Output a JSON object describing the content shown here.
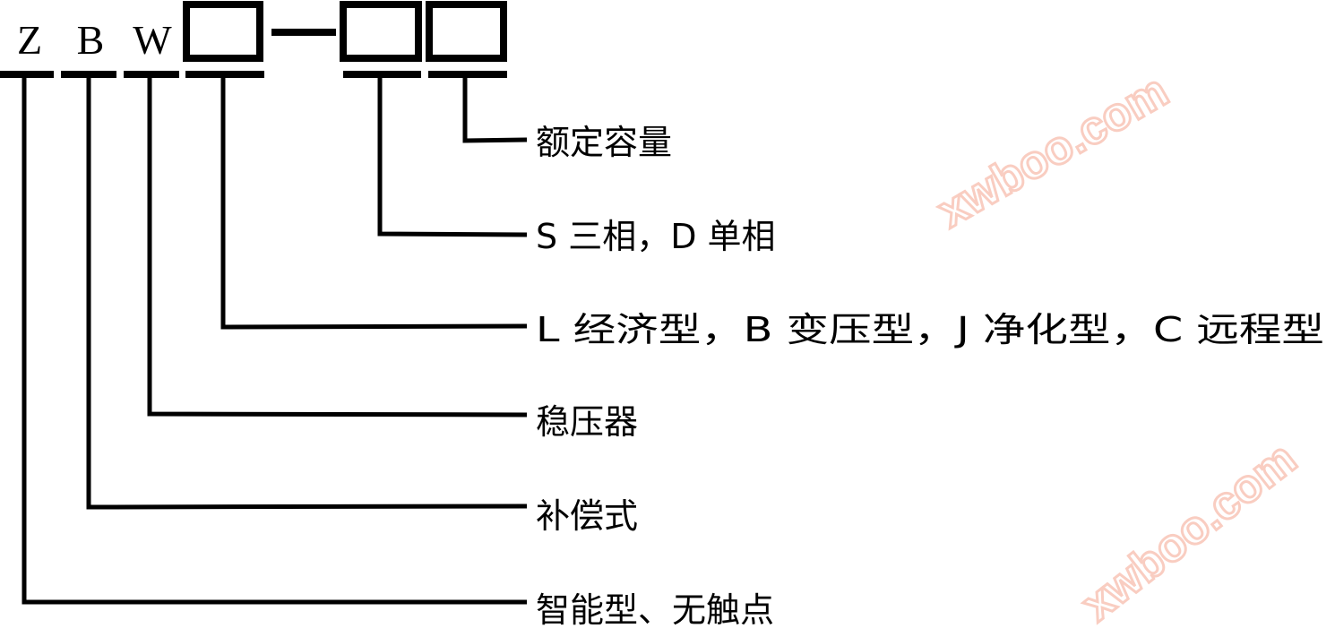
{
  "model_code": {
    "letters": [
      "Z",
      "B",
      "W"
    ],
    "dash": "—"
  },
  "labels": {
    "capacity": "额定容量",
    "phase": "S 三相，D 单相",
    "type": "L 经济型，B 变压型，J 净化型，C 远程型",
    "regulator": "稳压器",
    "compensation": "补偿式",
    "smart": "智能型、无触点"
  },
  "watermark": "xwboo.com"
}
